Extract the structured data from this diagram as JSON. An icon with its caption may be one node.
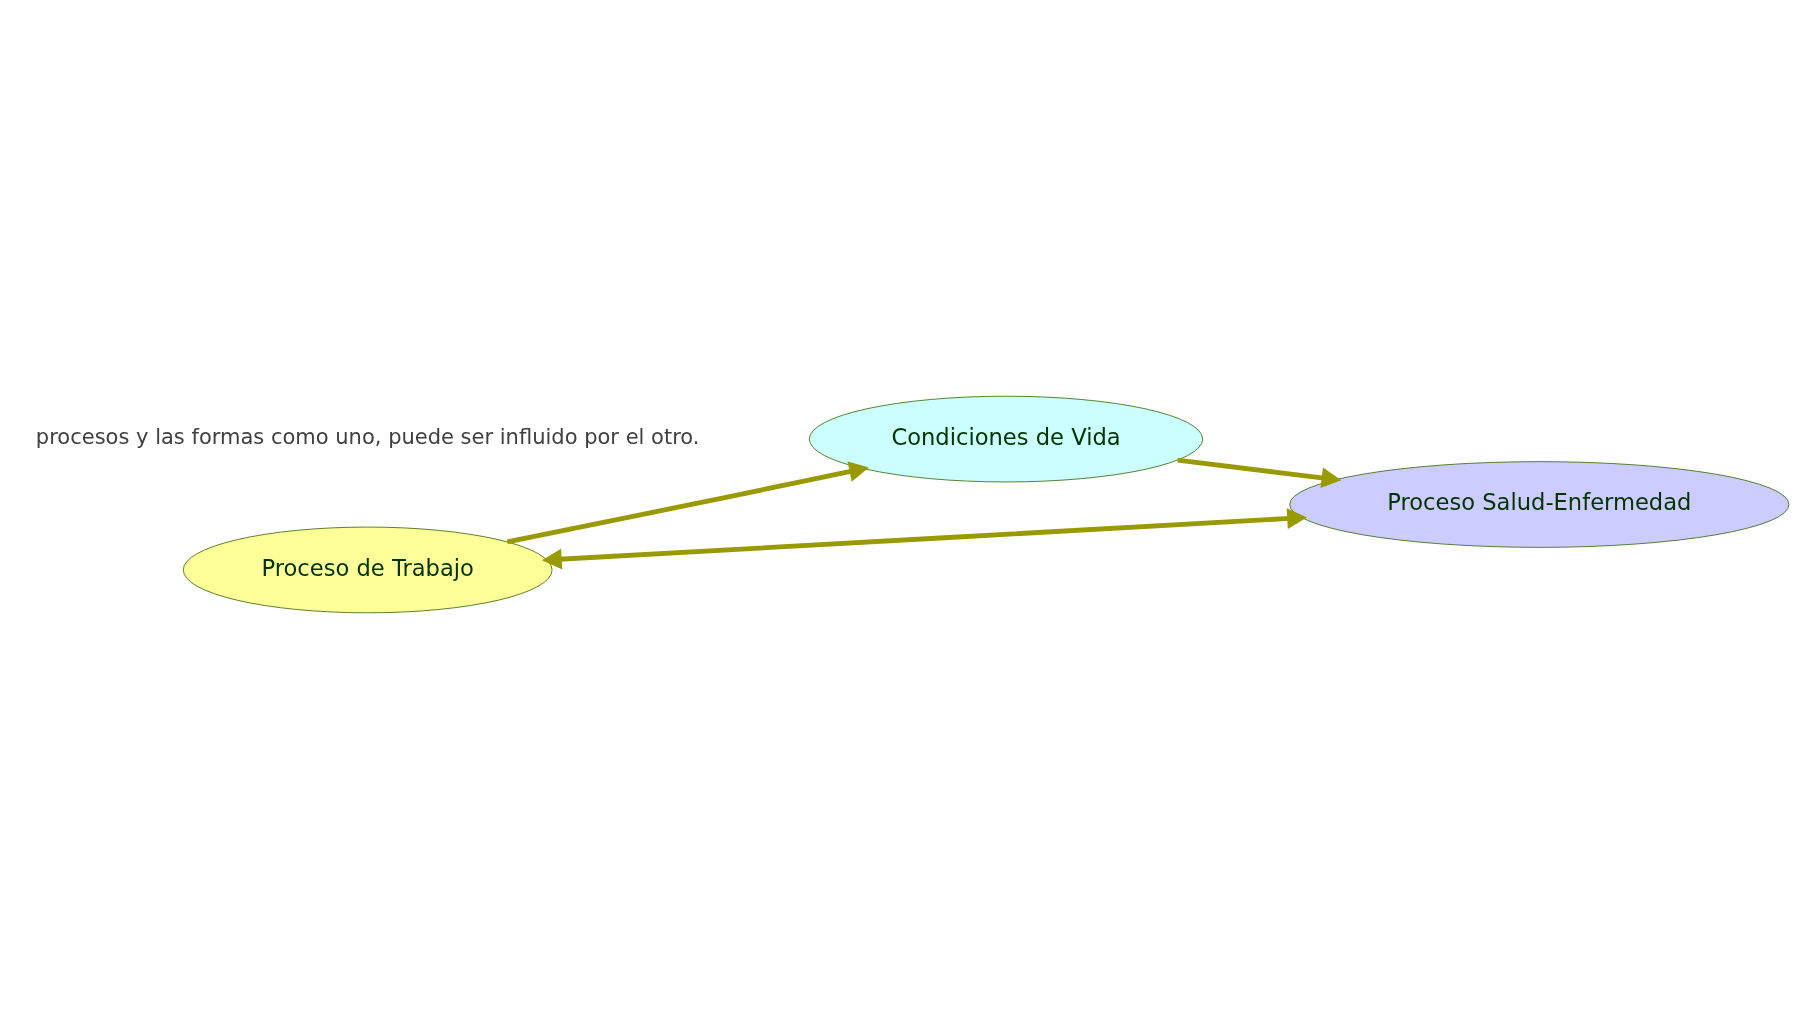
{
  "diagram": {
    "nodes": [
      {
        "text": [
          "Condiciones de Vida"
        ]
      },
      {
        "text": [
          "Proceso de Trabajo"
        ]
      },
      {
        "text": [
          "Proceso Salud-Enfermedad"
        ]
      }
    ],
    "edges": [
      {
        "from": 1,
        "to": 0,
        "arrow": "to"
      },
      {
        "from": 0,
        "to": 2,
        "arrow": "to"
      },
      {
        "from": 1,
        "to": 2,
        "arrow": "both"
      }
    ],
    "labels": [
      "procesos y las formas como uno, puede ser influido por el otro."
    ]
  }
}
